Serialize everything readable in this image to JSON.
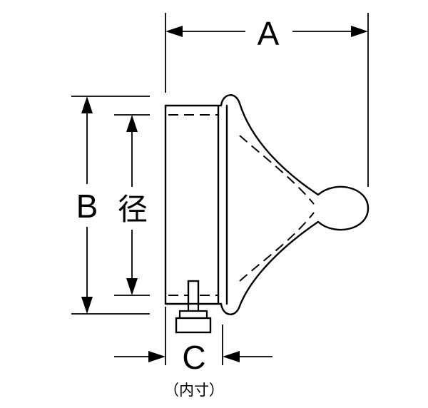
{
  "dimensions": {
    "a": "A",
    "b": "B",
    "diameter": "径",
    "c": "C",
    "inner_note": "（内寸）"
  }
}
